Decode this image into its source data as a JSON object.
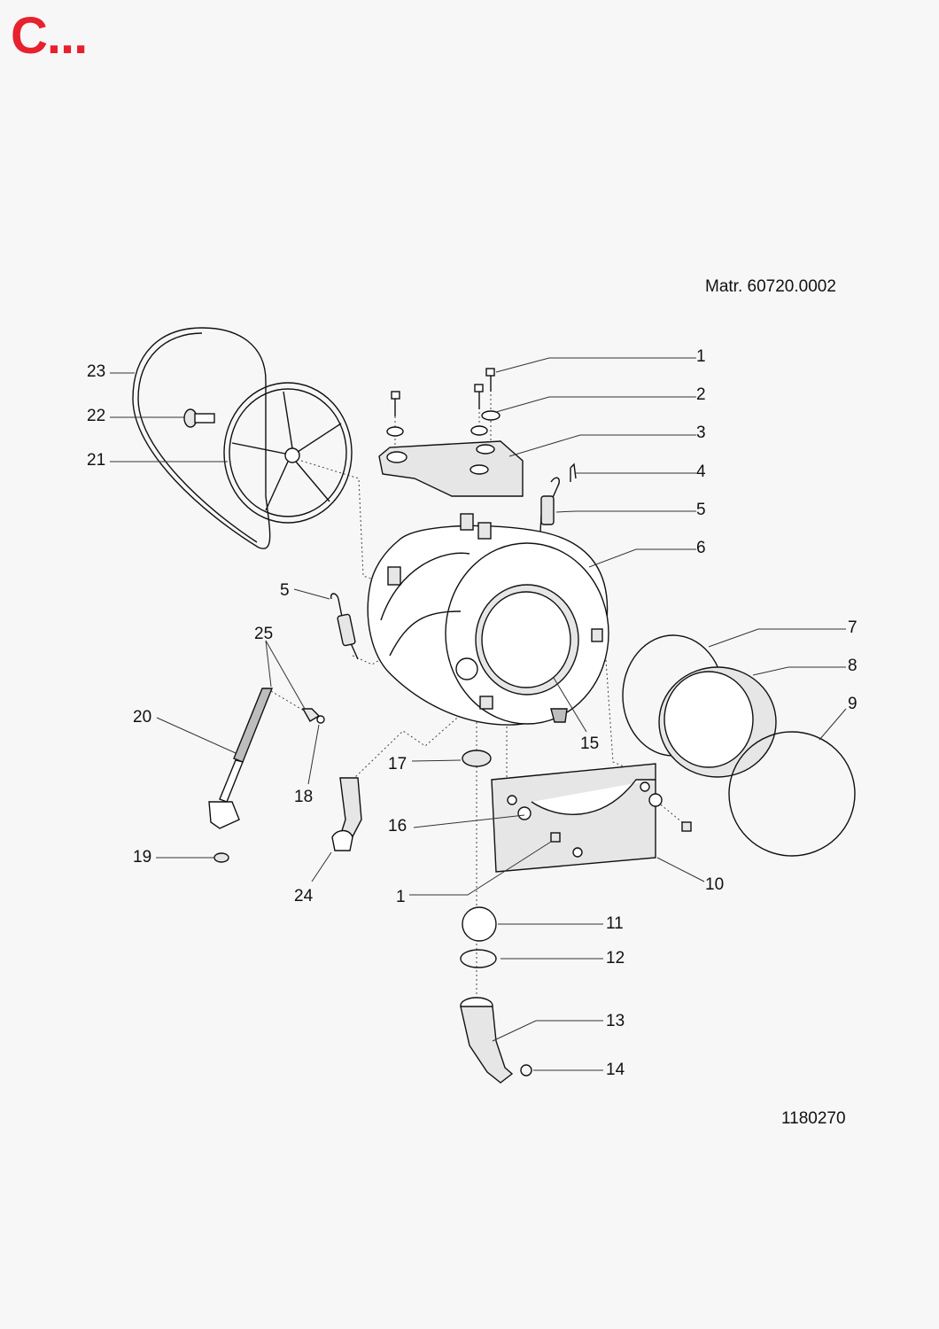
{
  "brand": {
    "logo_text": "C...",
    "color": "#e8212e"
  },
  "header": {
    "material": "Matr. 60720.0002"
  },
  "footer": {
    "doc_number": "1180270"
  },
  "callouts": [
    {
      "id": "c1a",
      "label": "1"
    },
    {
      "id": "c2",
      "label": "2"
    },
    {
      "id": "c3",
      "label": "3"
    },
    {
      "id": "c4",
      "label": "4"
    },
    {
      "id": "c5a",
      "label": "5"
    },
    {
      "id": "c6",
      "label": "6"
    },
    {
      "id": "c7",
      "label": "7"
    },
    {
      "id": "c8",
      "label": "8"
    },
    {
      "id": "c9",
      "label": "9"
    },
    {
      "id": "c10",
      "label": "10"
    },
    {
      "id": "c11",
      "label": "11"
    },
    {
      "id": "c12",
      "label": "12"
    },
    {
      "id": "c13",
      "label": "13"
    },
    {
      "id": "c14",
      "label": "14"
    },
    {
      "id": "c15",
      "label": "15"
    },
    {
      "id": "c16",
      "label": "16"
    },
    {
      "id": "c17",
      "label": "17"
    },
    {
      "id": "c1b",
      "label": "1"
    },
    {
      "id": "c18",
      "label": "18"
    },
    {
      "id": "c19",
      "label": "19"
    },
    {
      "id": "c20",
      "label": "20"
    },
    {
      "id": "c21",
      "label": "21"
    },
    {
      "id": "c22",
      "label": "22"
    },
    {
      "id": "c23",
      "label": "23"
    },
    {
      "id": "c24",
      "label": "24"
    },
    {
      "id": "c25",
      "label": "25"
    },
    {
      "id": "c5b",
      "label": "5"
    }
  ]
}
